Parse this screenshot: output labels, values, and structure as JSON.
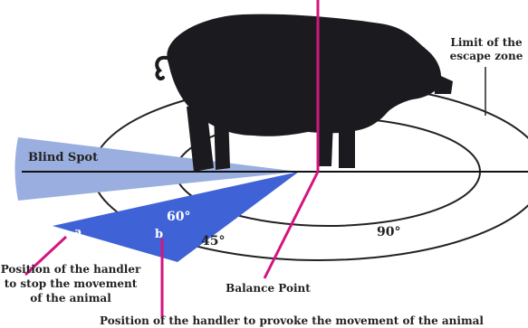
{
  "labels": {
    "limit_line1": "Limit of the",
    "limit_line2": "escape zone",
    "blind_spot": "Blind Spot",
    "angle_60": "60°",
    "angle_45": "45°",
    "angle_90": "90°",
    "handler_a": "a",
    "handler_b": "b",
    "stop_line1": "Position of the handler",
    "stop_line2": "to stop the movement",
    "stop_line3": "of the animal",
    "balance_point": "Balance Point",
    "provoke": "Position of the handler to provoke the movement of the animal"
  },
  "colors": {
    "blind_spot_fill": "#9aafdf",
    "zone_60_fill": "#3f63d6",
    "pointer_line": "#d4157f",
    "ring_line": "#222222",
    "pig_body": "#1b1b1f"
  }
}
